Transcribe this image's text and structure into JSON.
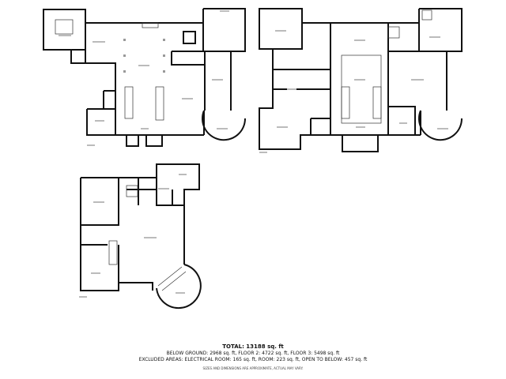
{
  "summary": {
    "total": "TOTAL: 13188 sq. ft",
    "areas": "BELOW GROUND: 2968 sq. ft, FLOOR 2: 4722 sq. ft, FLOOR 3: 5498 sq. ft",
    "excluded": "EXCLUDED AREAS: ELECTRICAL ROOM: 165 sq. ft, ROOM: 223 sq. ft, OPEN TO BELOW: 457 sq. ft",
    "disclaimer": "SIZES AND DIMENSIONS ARE APPROXIMATE, ACTUAL MAY VARY."
  },
  "colors": {
    "walls": "#111111",
    "background": "#ffffff"
  }
}
